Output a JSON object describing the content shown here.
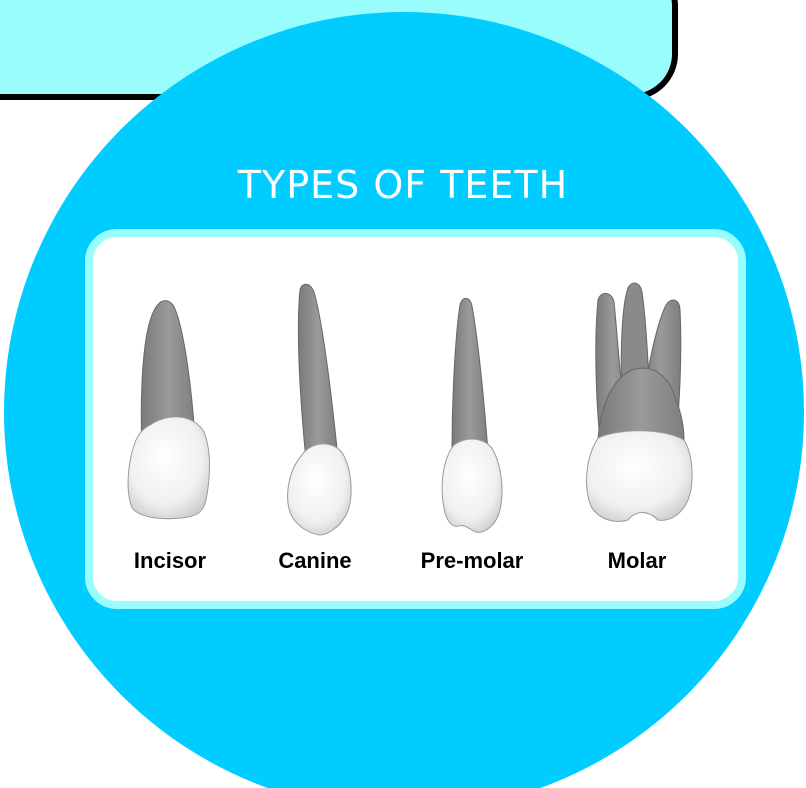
{
  "title": "TYPES OF TEETH",
  "teeth": [
    {
      "label": "Incisor"
    },
    {
      "label": "Canine"
    },
    {
      "label": "Pre-molar"
    },
    {
      "label": "Molar"
    }
  ],
  "colors": {
    "banner": "#99fdfd",
    "circle": "#00ccff",
    "panel_border": "#99fdfd",
    "root": "#8c8c8c",
    "crown": "#f2f2f2"
  }
}
